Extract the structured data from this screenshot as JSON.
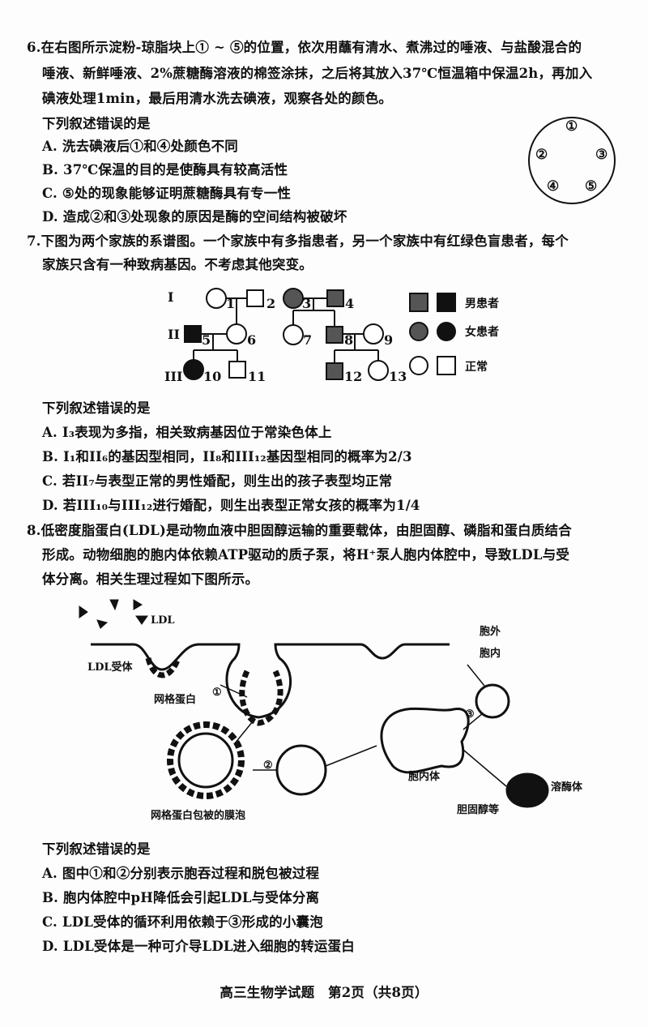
{
  "q6": {
    "lines": [
      "6.在右图所示淀粉-琼脂块上① ~ ⑤的位置，依次用蘸有清水、煮沸过的唾液、与盐酸混合的",
      "唾液、新鲜唾液、2%蔗糖酶溶液的棉签涂抹，之后将其放入37℃恒温箱中保温2h，再加入",
      "碘液处理1min，最后用清水洗去碘液，观察各处的颜色。"
    ],
    "prompt": "下列叙述错误的是",
    "options": [
      "A. 洗去碘液后①和④处颜色不同",
      "B. 37℃保温的目的是使酶具有较高活性",
      "C. ⑤处的现象能够证明蔗糖酶具有专一性",
      "D. 造成②和③处现象的原因是酶的空间结构被破坏"
    ],
    "figure": {
      "marks": [
        "①",
        "②",
        "③",
        "④",
        "⑤"
      ]
    }
  },
  "q7": {
    "lines": [
      "7.下图为两个家族的系谱图。一个家族中有多指患者，另一个家族中有红绿色盲患者，每个",
      "家族只含有一种致病基因。不考虑其他突变。"
    ],
    "pedigree": {
      "generations": [
        "I",
        "II",
        "III"
      ],
      "ids": [
        "1",
        "2",
        "3",
        "4",
        "5",
        "6",
        "7",
        "8",
        "9",
        "10",
        "11",
        "12",
        "13"
      ],
      "legend": [
        "男患者",
        "女患者",
        "正常"
      ]
    },
    "prompt": "下列叙述错误的是",
    "options": [
      "A. I₃表现为多指，相关致病基因位于常染色体上",
      "B. I₁和II₆的基因型相同，II₈和III₁₂基因型相同的概率为2/3",
      "C. 若II₇与表型正常的男性婚配，则生出的孩子表型均正常",
      "D. 若III₁₀与III₁₂进行婚配，则生出表型正常女孩的概率为1/4"
    ]
  },
  "q8": {
    "lines": [
      "8.低密度脂蛋白(LDL)是动物血液中胆固醇运输的重要载体，由胆固醇、磷脂和蛋白质结合",
      "形成。动物细胞的胞内体依赖ATP驱动的质子泵，将H⁺泵人胞内体腔中，导致LDL与受",
      "体分离。相关生理过程如下图所示。"
    ],
    "figure": {
      "ldl": "LDL",
      "receptor": "LDL受体",
      "clathrin": "网格蛋白",
      "outside": "胞外",
      "inside": "胞内",
      "step1": "①",
      "step2": "②",
      "step3": "③",
      "coated_vesicle": "网格蛋白包被的膜泡",
      "endosome": "胞内体",
      "lysosome": "溶酶体",
      "cholesterol": "胆固醇等"
    },
    "prompt": "下列叙述错误的是",
    "options": [
      "A. 图中①和②分别表示胞吞过程和脱包被过程",
      "B. 胞内体腔中pH降低会引起LDL与受体分离",
      "C. LDL受体的循环利用依赖于③形成的小囊泡",
      "D. LDL受体是一种可介导LDL进入细胞的转运蛋白"
    ]
  },
  "footer": "高三生物学试题　第2页（共8页）"
}
